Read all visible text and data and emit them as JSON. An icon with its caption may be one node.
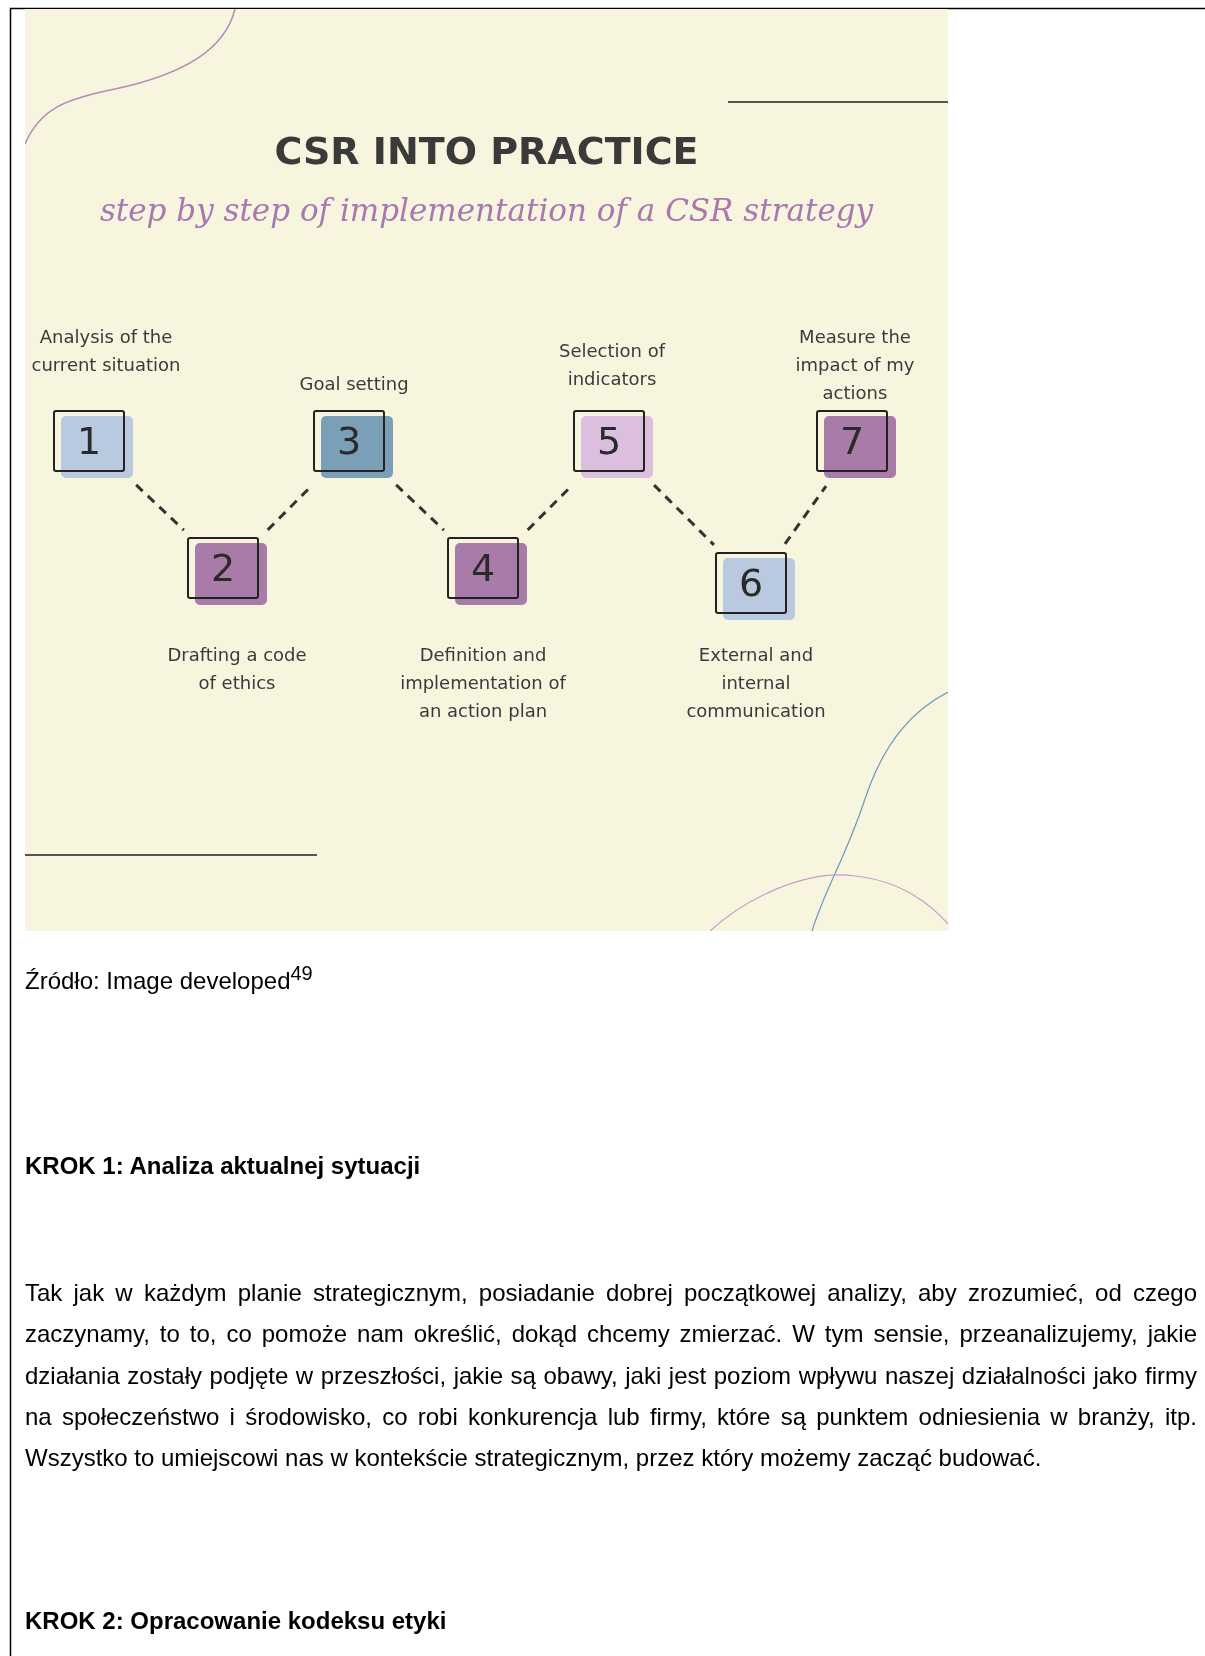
{
  "diagram": {
    "title": "CSR INTO PRACTICE",
    "caption": "Źródło: Image developed$^{49}$",
    "nodes": [
      {
        "text": [
          "1"
        ],
        "beside": [
          "Analysis of the current situation"
        ]
      },
      {
        "text": [
          "2"
        ],
        "beside": [
          "Drafting a code of ethics"
        ]
      },
      {
        "text": [
          "3"
        ],
        "beside": [
          "Goal setting"
        ]
      },
      {
        "text": [
          "4"
        ],
        "beside": [
          "Definition and implementation of an action plan"
        ]
      },
      {
        "text": [
          "5"
        ],
        "beside": [
          "Selection of indicators"
        ]
      },
      {
        "text": [
          "6"
        ],
        "beside": [
          "External and internal communication"
        ]
      },
      {
        "text": [
          "7"
        ],
        "beside": [
          "Measure the impact of my actions"
        ]
      }
    ],
    "edges": [
      {
        "from": 0,
        "to": 1,
        "arrow": "none",
        "style": "dashed"
      },
      {
        "from": 1,
        "to": 2,
        "arrow": "none",
        "style": "dashed"
      },
      {
        "from": 2,
        "to": 3,
        "arrow": "none",
        "style": "dashed"
      },
      {
        "from": 3,
        "to": 4,
        "arrow": "none",
        "style": "dashed"
      },
      {
        "from": 4,
        "to": 5,
        "arrow": "none",
        "style": "dashed"
      },
      {
        "from": 5,
        "to": 6,
        "arrow": "none",
        "style": "dashed"
      }
    ],
    "labels": [
      "step by step of implementation of a CSR strategy",
      "KROK 1: Analiza aktualnej sytuacji",
      "Tak jak w każdym planie strategicznym, posiadanie dobrej początkowej analizy, aby zrozumieć, od czego zaczynamy, to to, co pomoże nam określić, dokąd chcemy zmierzać. W tym sensie, przeanalizujemy, jakie działania zostały podjęte w przeszłości, jakie są obawy, jaki jest poziom wpływu naszej działalności jako firmy na społeczeństwo i środowisko, co robi konkurencja lub firmy, które są punktem odniesienia w branży, itp. Wszystko to umiejscowi nas w kontekście strategicznym, przez który możemy zacząć budować.",
      "KROK 2: Opracowanie kodeksu etyki"
    ]
  }
}
